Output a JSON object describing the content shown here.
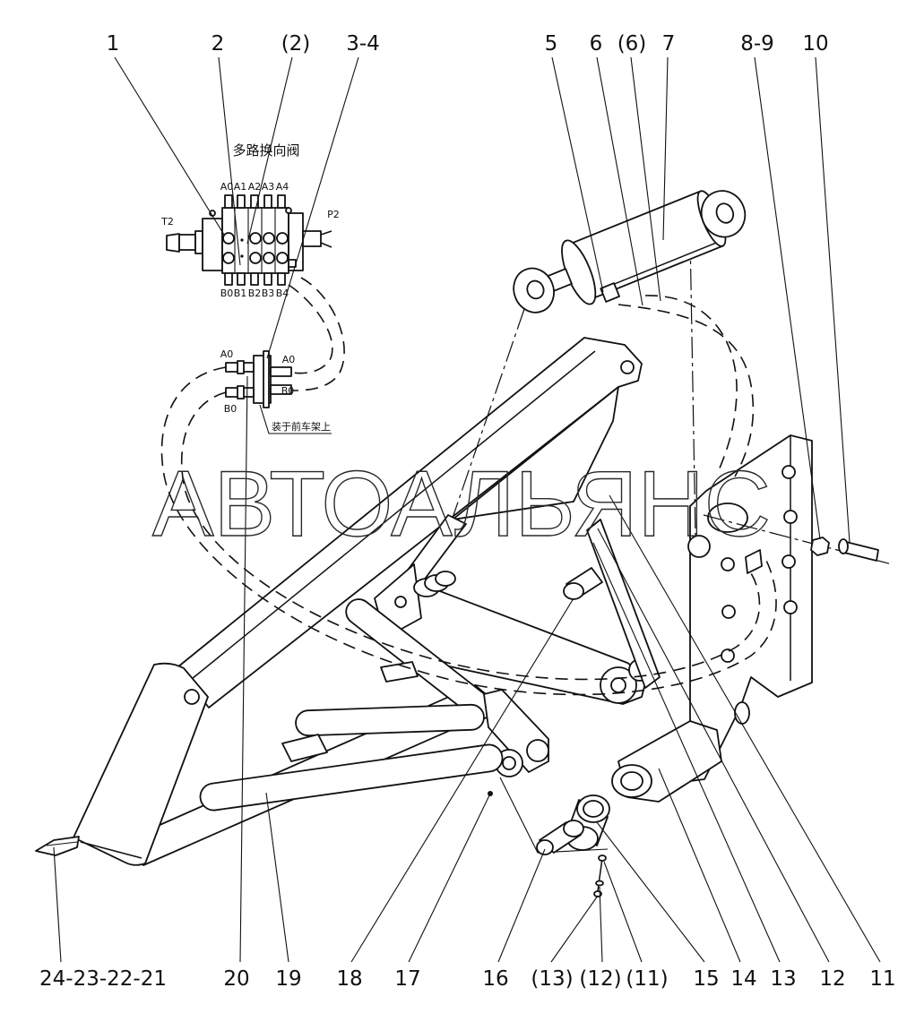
{
  "diagram": {
    "callouts_top": [
      "1",
      "2",
      "(2)",
      "3-4",
      "5",
      "6",
      "(6)",
      "7",
      "8-9",
      "10"
    ],
    "callouts_bottom": [
      "24-23-22-21",
      "20",
      "19",
      "18",
      "17",
      "16",
      "(13)",
      "(12)",
      "(11)",
      "15",
      "14",
      "13",
      "12",
      "11"
    ],
    "valve": {
      "title": "多路换向阀",
      "ports_top": [
        "A0",
        "A1",
        "A2",
        "A3",
        "A4"
      ],
      "ports_bottom": [
        "B0",
        "B1",
        "B2",
        "B3",
        "B4"
      ],
      "left_port": "T2",
      "right_port": "P2"
    },
    "lower_valve": {
      "left_a": "A0",
      "right_a": "A0",
      "left_b": "B0",
      "right_b": "B0",
      "note": "装于前车架上"
    },
    "watermark": "АВТОАЛЬЯНС"
  }
}
